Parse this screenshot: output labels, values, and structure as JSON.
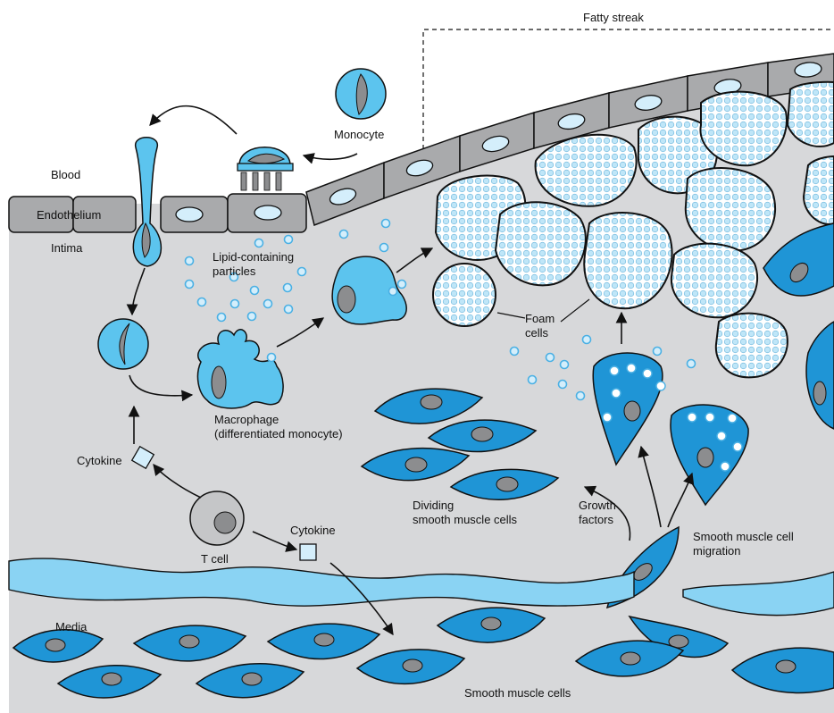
{
  "labels": {
    "fatty_streak": "Fatty streak",
    "blood": "Blood",
    "endothelium": "Endothelium",
    "intima": "Intima",
    "monocyte": "Monocyte",
    "lipid_line1": "Lipid-containing",
    "lipid_line2": "particles",
    "foam_line1": "Foam",
    "foam_line2": "cells",
    "macrophage_line1": "Macrophage",
    "macrophage_line2": "(differentiated monocyte)",
    "cytokine_left": "Cytokine",
    "cytokine_center": "Cytokine",
    "t_cell": "T cell",
    "dividing_line1": "Dividing",
    "dividing_line2": "smooth muscle cells",
    "growth_line1": "Growth",
    "growth_line2": "factors",
    "migration_line1": "Smooth muscle cell",
    "migration_line2": "migration",
    "media": "Media",
    "smooth_muscle": "Smooth muscle cells"
  },
  "colors": {
    "tissue": "#d7d8da",
    "endothelium": "#a9aaac",
    "cell_blue": "#1f95d6",
    "light_blue": "#5cc4ee",
    "lipid": "#d4eefb",
    "nucleus": "#8c8d8f",
    "outline": "#111111"
  }
}
